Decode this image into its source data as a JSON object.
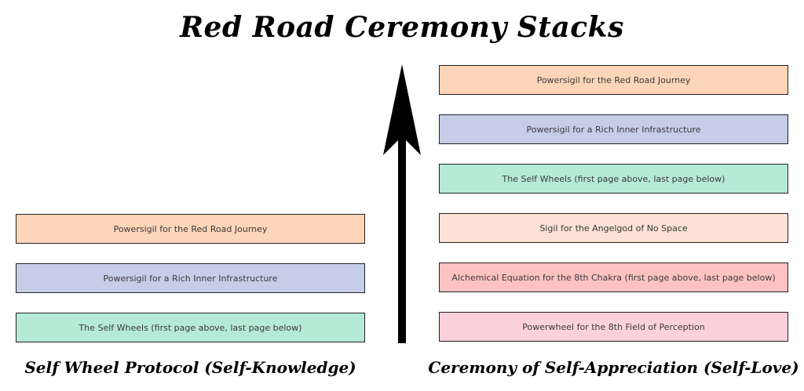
{
  "title": "Red Road Ceremony Stacks",
  "left_stack": {
    "caption": "Self Wheel Protocol (Self-Knowledge)",
    "items": [
      {
        "label": "Powersigil for the Red Road Journey",
        "color": "#fdd5b8"
      },
      {
        "label": "Powersigil for a Rich Inner Infrastructure",
        "color": "#c6cde9"
      },
      {
        "label": "The Self Wheels (first page above, last page below)",
        "color": "#b5ead7"
      }
    ]
  },
  "right_stack": {
    "caption": "Ceremony of Self-Appreciation (Self-Love)",
    "items": [
      {
        "label": "Powersigil for the Red Road Journey",
        "color": "#fdd5b8"
      },
      {
        "label": "Powersigil for a Rich Inner Infrastructure",
        "color": "#c6cde9"
      },
      {
        "label": "The Self Wheels (first page above, last page below)",
        "color": "#b5ead7"
      },
      {
        "label": "Sigil for the Angelgod of No Space",
        "color": "#fde1d6"
      },
      {
        "label": "Alchemical Equation for the 8th Chakra (first page above, last page below)",
        "color": "#fec2c2"
      },
      {
        "label": "Powerwheel for the 8th Field of Perception",
        "color": "#fdd1dc"
      }
    ]
  },
  "arrow": {
    "color": "#000000",
    "direction": "up"
  }
}
